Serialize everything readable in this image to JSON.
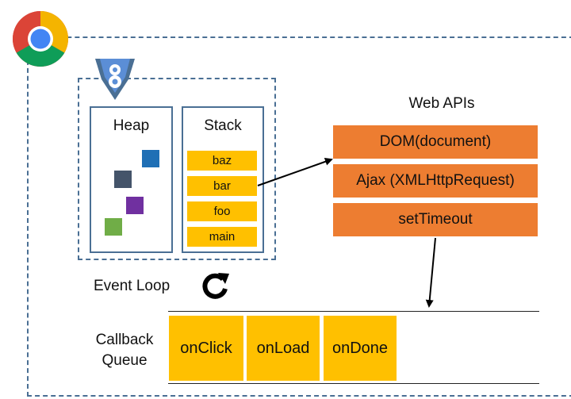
{
  "engine": {
    "heap": {
      "title": "Heap"
    },
    "stack": {
      "title": "Stack",
      "frames": [
        "baz",
        "bar",
        "foo",
        "main"
      ]
    }
  },
  "web_apis": {
    "title": "Web APIs",
    "items": [
      "DOM(document)",
      "Ajax (XMLHttpRequest)",
      "setTimeout"
    ]
  },
  "event_loop": {
    "label": "Event Loop"
  },
  "callback_queue": {
    "label": "Callback Queue",
    "items": [
      "onClick",
      "onLoad",
      "onDone"
    ]
  },
  "colors": {
    "frame_border": "#4a6f94",
    "stack_frame": "#ffc000",
    "web_api": "#ed7d31",
    "callback": "#ffc000",
    "heap_objects": [
      "#1f6fb5",
      "#44546a",
      "#7030a0",
      "#70ad47"
    ]
  },
  "icons": [
    "chrome-icon",
    "v8-icon",
    "event-loop-icon"
  ]
}
